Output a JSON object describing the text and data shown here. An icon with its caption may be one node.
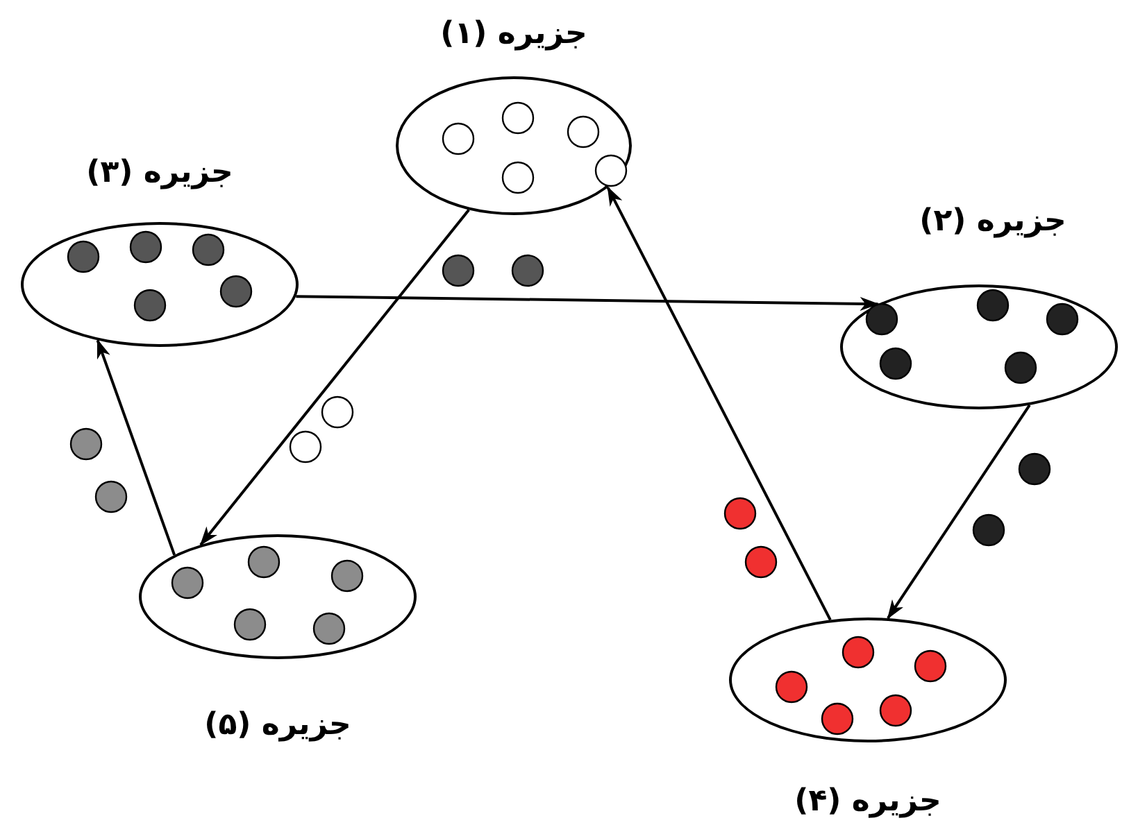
{
  "diagram": {
    "nodes": [
      {
        "text": [
          "جزیره (۱)"
        ]
      },
      {
        "text": [
          "جزیره (۲)"
        ]
      },
      {
        "text": [
          "جزیره (۳)"
        ]
      },
      {
        "text": [
          "جزیره (۴)"
        ]
      },
      {
        "text": [
          "جزیره (۵)"
        ]
      }
    ],
    "edges": [
      {
        "from": 0,
        "to": 4,
        "arrow": "to"
      },
      {
        "from": 4,
        "to": 2,
        "arrow": "to"
      },
      {
        "from": 2,
        "to": 1,
        "arrow": "to"
      },
      {
        "from": 1,
        "to": 3,
        "arrow": "to"
      },
      {
        "from": 3,
        "to": 0,
        "arrow": "to"
      }
    ]
  }
}
